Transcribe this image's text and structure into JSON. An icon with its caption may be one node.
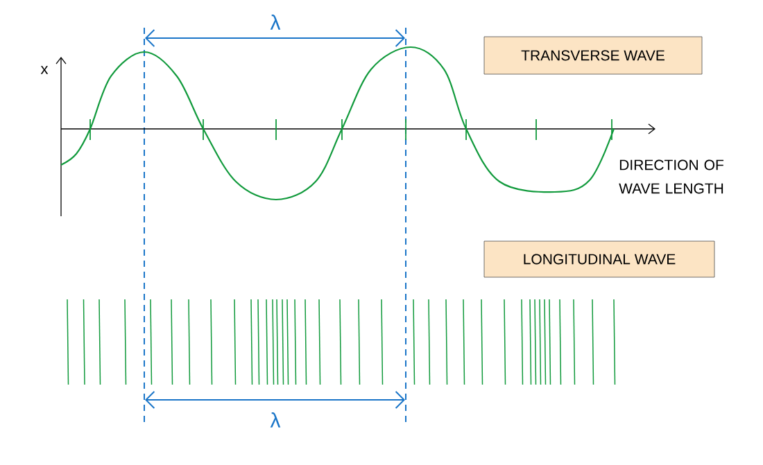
{
  "diagram": {
    "nodes": [
      {
        "text": [
          "TRANSVERSE WAVE"
        ]
      },
      {
        "text": [
          "LONGITUDINAL WAVE"
        ]
      }
    ],
    "labels": [
      "λ",
      "x",
      "DIRECTION OF WAVE LENGTH",
      "λ"
    ]
  }
}
